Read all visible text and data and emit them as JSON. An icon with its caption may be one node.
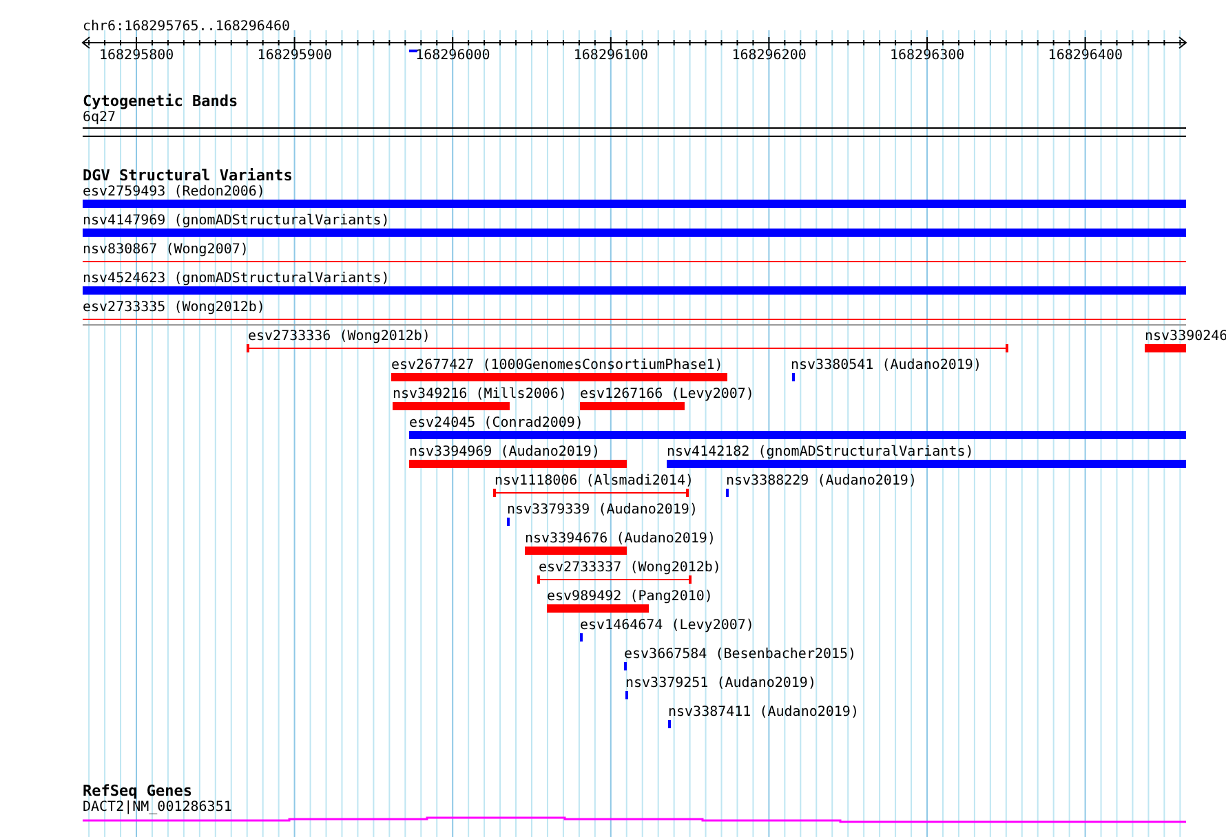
{
  "diagram": {
    "labels": [
      "chr6:168295765..168296460",
      "168295800",
      "168295900",
      "168296000",
      "168296100",
      "168296200",
      "168296300",
      "168296400",
      "Cytogenetic Bands",
      "6q27",
      "DGV Structural Variants",
      "esv2759493 (Redon2006)",
      "nsv4147969 (gnomADStructuralVariants)",
      "nsv830867 (Wong2007)",
      "nsv4524623 (gnomADStructuralVariants)",
      "esv2733335 (Wong2012b)",
      "esv2733336 (Wong2012b)",
      "nsv3390246",
      "esv2677427 (1000GenomesConsortiumPhase1)",
      "nsv3380541 (Audano2019)",
      "nsv349216 (Mills2006)",
      "esv1267166 (Levy2007)",
      "esv24045 (Conrad2009)",
      "nsv3394969 (Audano2019)",
      "nsv4142182 (gnomADStructuralVariants)",
      "nsv1118006 (Alsmadi2014)",
      "nsv3388229 (Audano2019)",
      "nsv3379339 (Audano2019)",
      "nsv3394676 (Audano2019)",
      "esv2733337 (Wong2012b)",
      "esv989492 (Pang2010)",
      "esv1464674 (Levy2007)",
      "esv3667584 (Besenbacher2015)",
      "nsv3379251 (Audano2019)",
      "nsv3387411 (Audano2019)",
      "RefSeq Genes",
      "DACT2|NM_001286351"
    ]
  }
}
